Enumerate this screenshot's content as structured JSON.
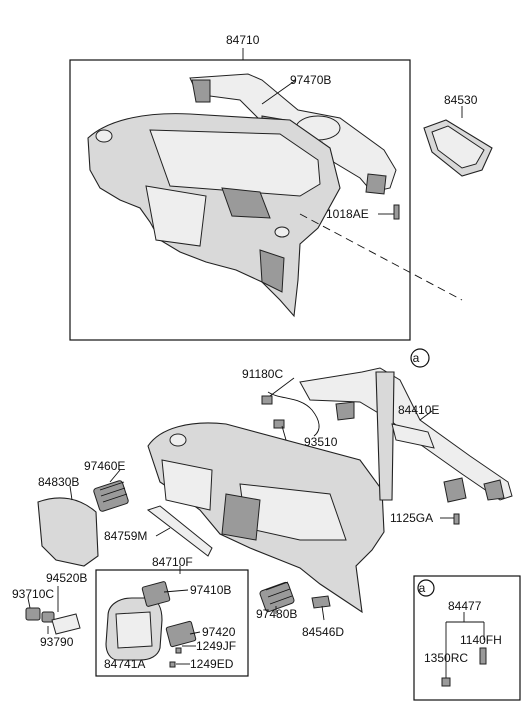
{
  "labels": {
    "p84710": "84710",
    "p97470B": "97470B",
    "p84530": "84530",
    "p1018AE": "1018AE",
    "p91180C": "91180C",
    "p84410E": "84410E",
    "p93510": "93510",
    "p97460E": "97460E",
    "p84830B": "84830B",
    "p84759M": "84759M",
    "p84710F": "84710F",
    "p1125GA": "1125GA",
    "p94520B": "94520B",
    "p93710C": "93710C",
    "p93790": "93790",
    "p97410B": "97410B",
    "p97420": "97420",
    "p1249JF": "1249JF",
    "p1249ED": "1249ED",
    "p84741A": "84741A",
    "p97480B": "97480B",
    "p84546D": "84546D",
    "p84477": "84477",
    "p1140FH": "1140FH",
    "p1350RC": "1350RC",
    "callout_a": "a",
    "inset_a": "a"
  }
}
